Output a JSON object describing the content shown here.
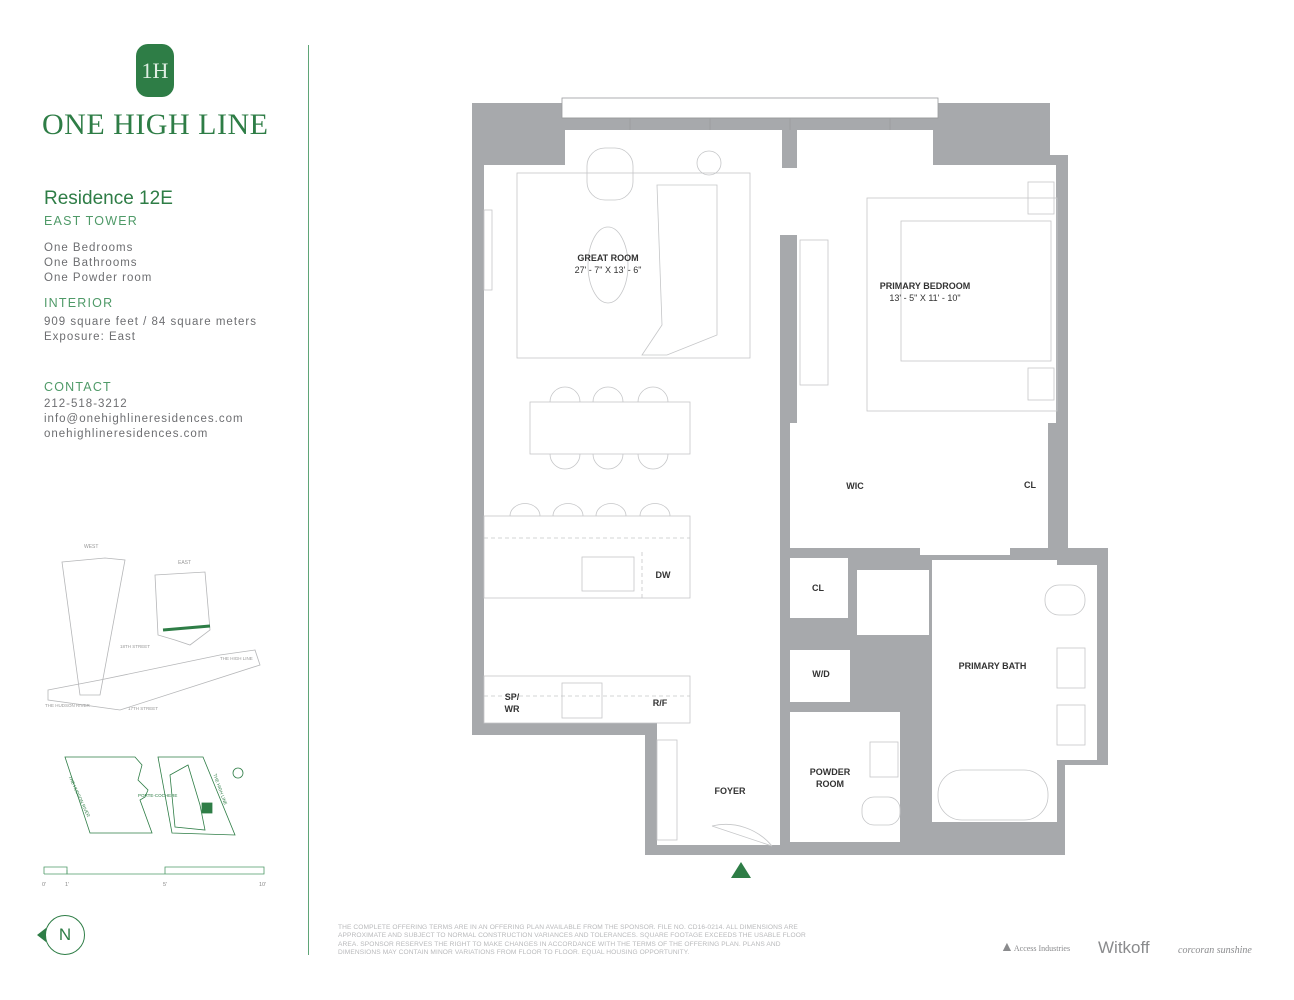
{
  "brand": {
    "name": "ONE HIGH LINE",
    "logo_monogram": "1H"
  },
  "residence": {
    "title": "Residence 12E",
    "tower": "EAST TOWER",
    "rooms": [
      "One Bedrooms",
      "One Bathrooms",
      "One Powder room"
    ]
  },
  "interior": {
    "heading": "INTERIOR",
    "area": "909 square feet / 84 square meters",
    "exposure": "Exposure: East"
  },
  "contact": {
    "heading": "CONTACT",
    "phone": "212-518-3212",
    "email": "info@onehighlineresidences.com",
    "website": "onehighlineresidences.com"
  },
  "building_diagram": {
    "labels": [
      "WEST",
      "EAST",
      "18TH STREET",
      "THE HIGH LINE",
      "THE HUDSON RIVER",
      "17TH STREET"
    ]
  },
  "site_map": {
    "labels": [
      "THE HUDSON RIVER",
      "PORTE-COCHERE",
      "THE HIGH LINE"
    ]
  },
  "scale": {
    "ticks": [
      "0'",
      "1'",
      "5'",
      "10'"
    ]
  },
  "compass": {
    "label": "N"
  },
  "floorplan": {
    "great_room": {
      "name": "GREAT ROOM",
      "dims": "27' - 7\" X 13' - 6\""
    },
    "bedroom": {
      "name": "PRIMARY BEDROOM",
      "dims": "13' - 5\" X 11' - 10\""
    },
    "wic": "WIC",
    "cl1": "CL",
    "cl2": "CL",
    "dw": "DW",
    "spwr": "SP/\nWR",
    "rf": "R/F",
    "wd": "W/D",
    "powder": "POWDER\nROOM",
    "bath": "PRIMARY BATH",
    "foyer": "FOYER"
  },
  "disclaimer": "THE COMPLETE OFFERING TERMS ARE IN AN OFFERING PLAN AVAILABLE FROM THE SPONSOR. FILE NO. CD16-0214. ALL DIMENSIONS ARE APPROXIMATE AND SUBJECT TO NORMAL CONSTRUCTION VARIANCES AND TOLERANCES. SQUARE FOOTAGE EXCEEDS THE USABLE FLOOR AREA. SPONSOR RESERVES THE RIGHT TO MAKE CHANGES IN ACCORDANCE WITH THE TERMS OF THE OFFERING PLAN. PLANS AND DIMENSIONS MAY CONTAIN MINOR VARIATIONS FROM FLOOR TO FLOOR. EQUAL HOUSING OPPORTUNITY.",
  "partners": [
    "Access Industries",
    "Witkoff",
    "corcoran sunshine"
  ],
  "colors": {
    "brand_green": "#2e7d46",
    "wall_gray": "#a7a9ac"
  }
}
